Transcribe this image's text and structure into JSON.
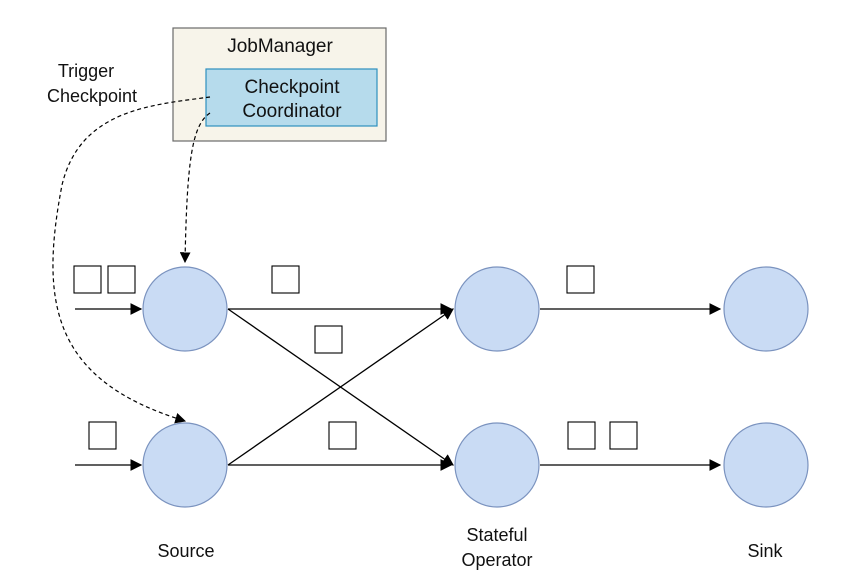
{
  "jobmanager": {
    "title": "JobManager",
    "coordinator_line1": "Checkpoint",
    "coordinator_line2": "Coordinator",
    "fill": "#f7f4ea",
    "coordinator_fill": "#b6dbec"
  },
  "trigger": {
    "line1": "Trigger",
    "line2": "Checkpoint"
  },
  "labels": {
    "source": "Source",
    "stateful_line1": "Stateful",
    "stateful_line2": "Operator",
    "sink": "Sink"
  },
  "colors": {
    "node_fill": "#c9dbf4",
    "node_stroke": "#7b93bf",
    "line": "#000000"
  }
}
